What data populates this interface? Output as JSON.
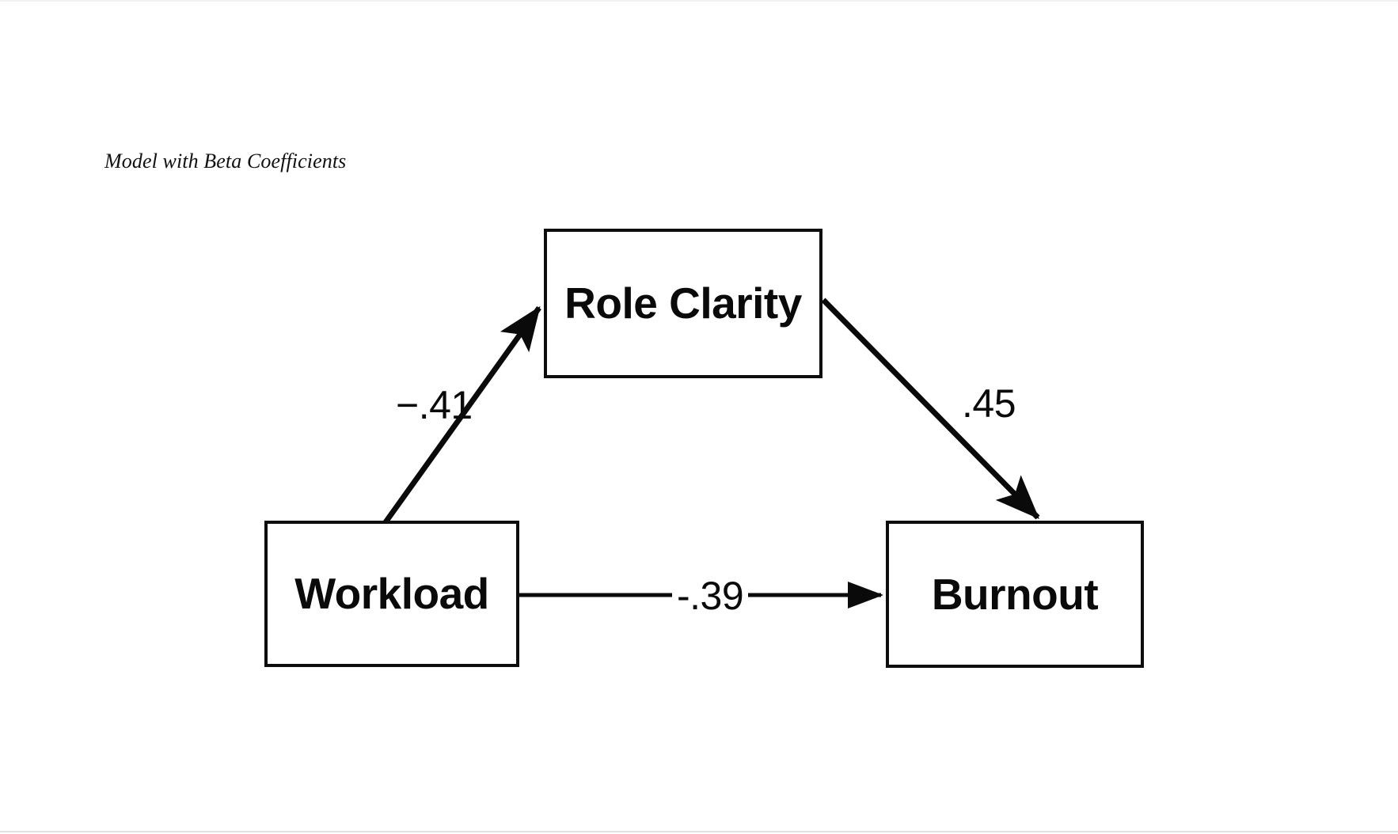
{
  "figure": {
    "title": "Model with Beta Coefficients",
    "background_color": "#ffffff",
    "line_color": "#0a0a0a",
    "text_color": "#0a0a0a"
  },
  "nodes": [
    {
      "id": "role-clarity",
      "label": "Role Clarity",
      "shape": "rectangle"
    },
    {
      "id": "workload",
      "label": "Workload",
      "shape": "rectangle"
    },
    {
      "id": "burnout",
      "label": "Burnout",
      "shape": "rectangle"
    }
  ],
  "edges": [
    {
      "id": "workload-to-role-clarity",
      "from": "workload",
      "to": "role-clarity",
      "label": "−.41",
      "value": -0.41,
      "arrowhead": "filled-triangle"
    },
    {
      "id": "role-clarity-to-burnout",
      "from": "role-clarity",
      "to": "burnout",
      "label": ".45",
      "value": 0.45,
      "arrowhead": "filled-triangle"
    },
    {
      "id": "workload-to-burnout",
      "from": "workload",
      "to": "burnout",
      "label": "-.39",
      "value": -0.39,
      "arrowhead": "filled-triangle"
    }
  ],
  "chart_data": {
    "type": "diagram",
    "title": "Model with Beta Coefficients",
    "nodes": [
      "Workload",
      "Role Clarity",
      "Burnout"
    ],
    "paths": [
      {
        "from": "Workload",
        "to": "Role Clarity",
        "beta": -0.41,
        "label": "−.41"
      },
      {
        "from": "Role Clarity",
        "to": "Burnout",
        "beta": 0.45,
        "label": ".45"
      },
      {
        "from": "Workload",
        "to": "Burnout",
        "beta": -0.39,
        "label": "-.39"
      }
    ]
  }
}
